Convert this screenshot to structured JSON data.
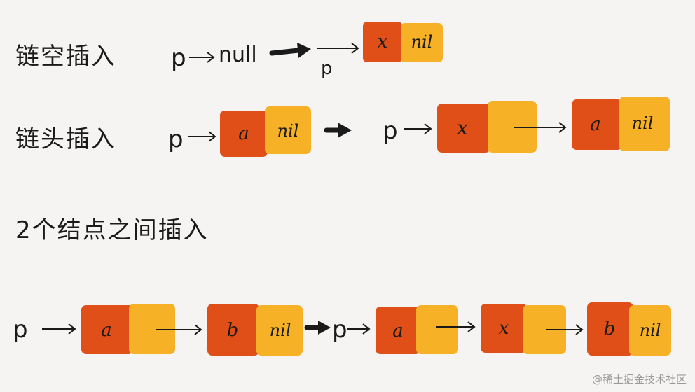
{
  "colors": {
    "background": "#f5f4f2",
    "data_cell": "#e04f17",
    "next_cell": "#f6b126",
    "ink": "#1a1a1a",
    "watermark": "#9a9a9a"
  },
  "sections": [
    {
      "id": "empty",
      "label": "链空插入"
    },
    {
      "id": "head",
      "label": "链头插入"
    },
    {
      "id": "middle",
      "label": "2个结点之间插入"
    }
  ],
  "rows": {
    "empty": {
      "before": {
        "pointer": "p",
        "target": "null"
      },
      "after": {
        "pointer": "p",
        "nodes": [
          {
            "value": "x",
            "next": "nil"
          }
        ]
      }
    },
    "head": {
      "before": {
        "pointer": "p",
        "nodes": [
          {
            "value": "a",
            "next": "nil"
          }
        ]
      },
      "after": {
        "pointer": "p",
        "nodes": [
          {
            "value": "x",
            "next": ""
          },
          {
            "value": "a",
            "next": "nil"
          }
        ]
      }
    },
    "middle": {
      "before": {
        "pointer": "p",
        "nodes": [
          {
            "value": "a",
            "next": ""
          },
          {
            "value": "b",
            "next": "nil"
          }
        ]
      },
      "after": {
        "pointer": "p",
        "nodes": [
          {
            "value": "a",
            "next": ""
          },
          {
            "value": "x",
            "next": ""
          },
          {
            "value": "b",
            "next": "nil"
          }
        ]
      }
    }
  },
  "watermark": "@稀土掘金技术社区"
}
